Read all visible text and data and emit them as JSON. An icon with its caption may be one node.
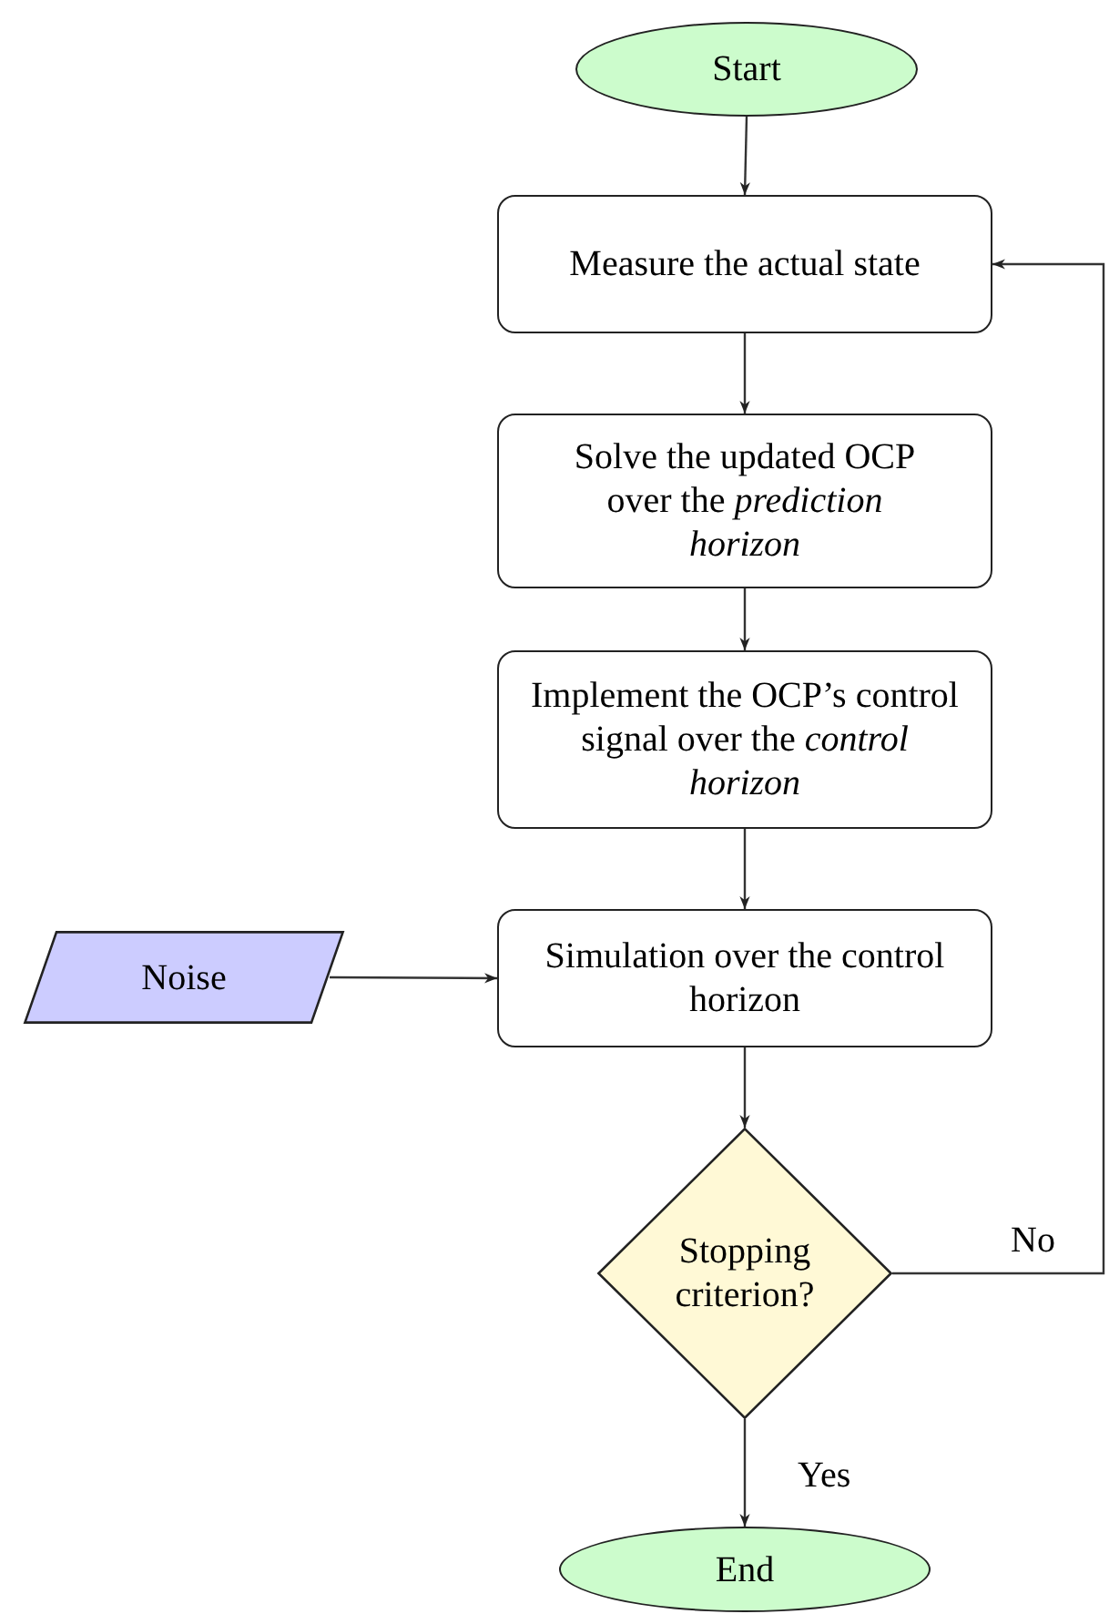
{
  "diagram": {
    "nodes": [
      {
        "text": [
          "Start"
        ]
      },
      {
        "text": [
          "Measure the actual state"
        ]
      },
      {
        "text": [
          "Solve the updated OCP over the *prediction horizon*"
        ]
      },
      {
        "text": [
          "Implement the OCP’s control signal over the *control horizon*"
        ]
      },
      {
        "text": [
          "Simulation over the control horizon"
        ]
      },
      {
        "text": [
          "Noise"
        ]
      },
      {
        "text": [
          "Stopping criterion?"
        ]
      },
      {
        "text": [
          "End"
        ]
      }
    ],
    "edges": [
      {
        "from": 0,
        "to": 1,
        "arrow": "to"
      },
      {
        "from": 1,
        "to": 2,
        "arrow": "to"
      },
      {
        "from": 2,
        "to": 3,
        "arrow": "to"
      },
      {
        "from": 3,
        "to": 4,
        "arrow": "to"
      },
      {
        "from": 5,
        "to": 4,
        "arrow": "to"
      },
      {
        "from": 4,
        "to": 6,
        "arrow": "to"
      },
      {
        "from": 6,
        "to": 7,
        "arrow": "to",
        "label": "Yes"
      },
      {
        "from": 6,
        "to": 1,
        "arrow": "to",
        "label": "No"
      }
    ]
  }
}
